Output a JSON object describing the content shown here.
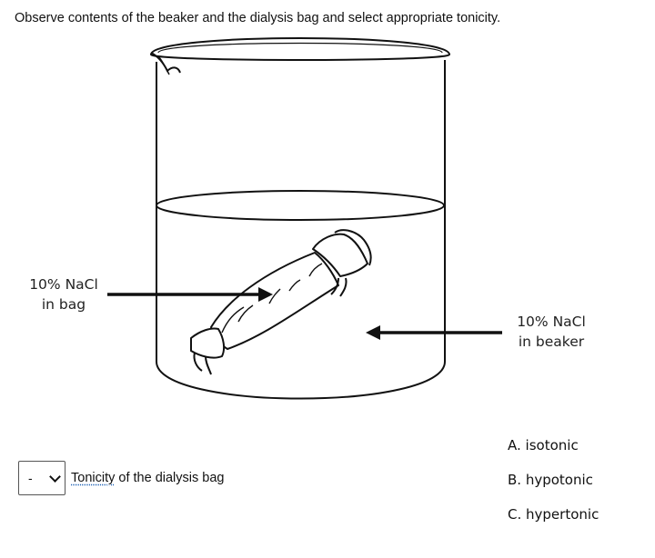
{
  "instruction": "Observe contents of the beaker and the dialysis bag and select appropriate tonicity.",
  "labels": {
    "bag_line1": "10% NaCl",
    "bag_line2": "in bag",
    "beaker_line1": "10% NaCl",
    "beaker_line2": "in beaker"
  },
  "question": {
    "select_value": "-",
    "label_word": "Tonicity",
    "label_rest": " of the dialysis bag"
  },
  "options": [
    {
      "letter": "A.",
      "text": "isotonic"
    },
    {
      "letter": "B.",
      "text": "hypotonic"
    },
    {
      "letter": "C.",
      "text": "hypertonic"
    }
  ]
}
